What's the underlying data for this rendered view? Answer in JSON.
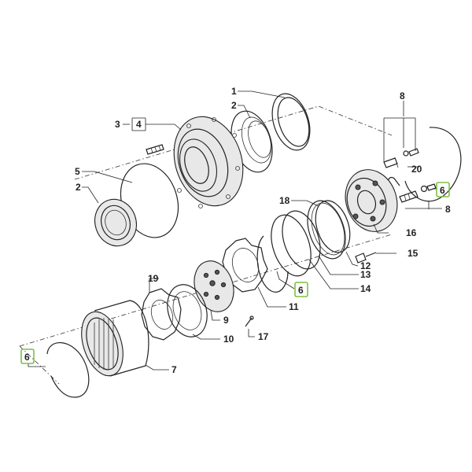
{
  "diagram": {
    "callouts": [
      {
        "id": "c1",
        "text": "1"
      },
      {
        "id": "c2a",
        "text": "2"
      },
      {
        "id": "c2b",
        "text": "2"
      },
      {
        "id": "c3",
        "text": "3"
      },
      {
        "id": "c4",
        "text": "4"
      },
      {
        "id": "c5",
        "text": "5"
      },
      {
        "id": "c6a",
        "text": "6"
      },
      {
        "id": "c6b",
        "text": "6"
      },
      {
        "id": "c6c",
        "text": "6"
      },
      {
        "id": "c7",
        "text": "7"
      },
      {
        "id": "c8a",
        "text": "8"
      },
      {
        "id": "c8b",
        "text": "8"
      },
      {
        "id": "c9",
        "text": "9"
      },
      {
        "id": "c10",
        "text": "10"
      },
      {
        "id": "c11",
        "text": "11"
      },
      {
        "id": "c12",
        "text": "12"
      },
      {
        "id": "c13",
        "text": "13"
      },
      {
        "id": "c14",
        "text": "14"
      },
      {
        "id": "c15",
        "text": "15"
      },
      {
        "id": "c16",
        "text": "16"
      },
      {
        "id": "c17",
        "text": "17"
      },
      {
        "id": "c18",
        "text": "18"
      },
      {
        "id": "c19",
        "text": "19"
      },
      {
        "id": "c20",
        "text": "20"
      }
    ],
    "colors": {
      "highlight": "#7bc144",
      "line": "#222222",
      "background": "#ffffff"
    }
  }
}
